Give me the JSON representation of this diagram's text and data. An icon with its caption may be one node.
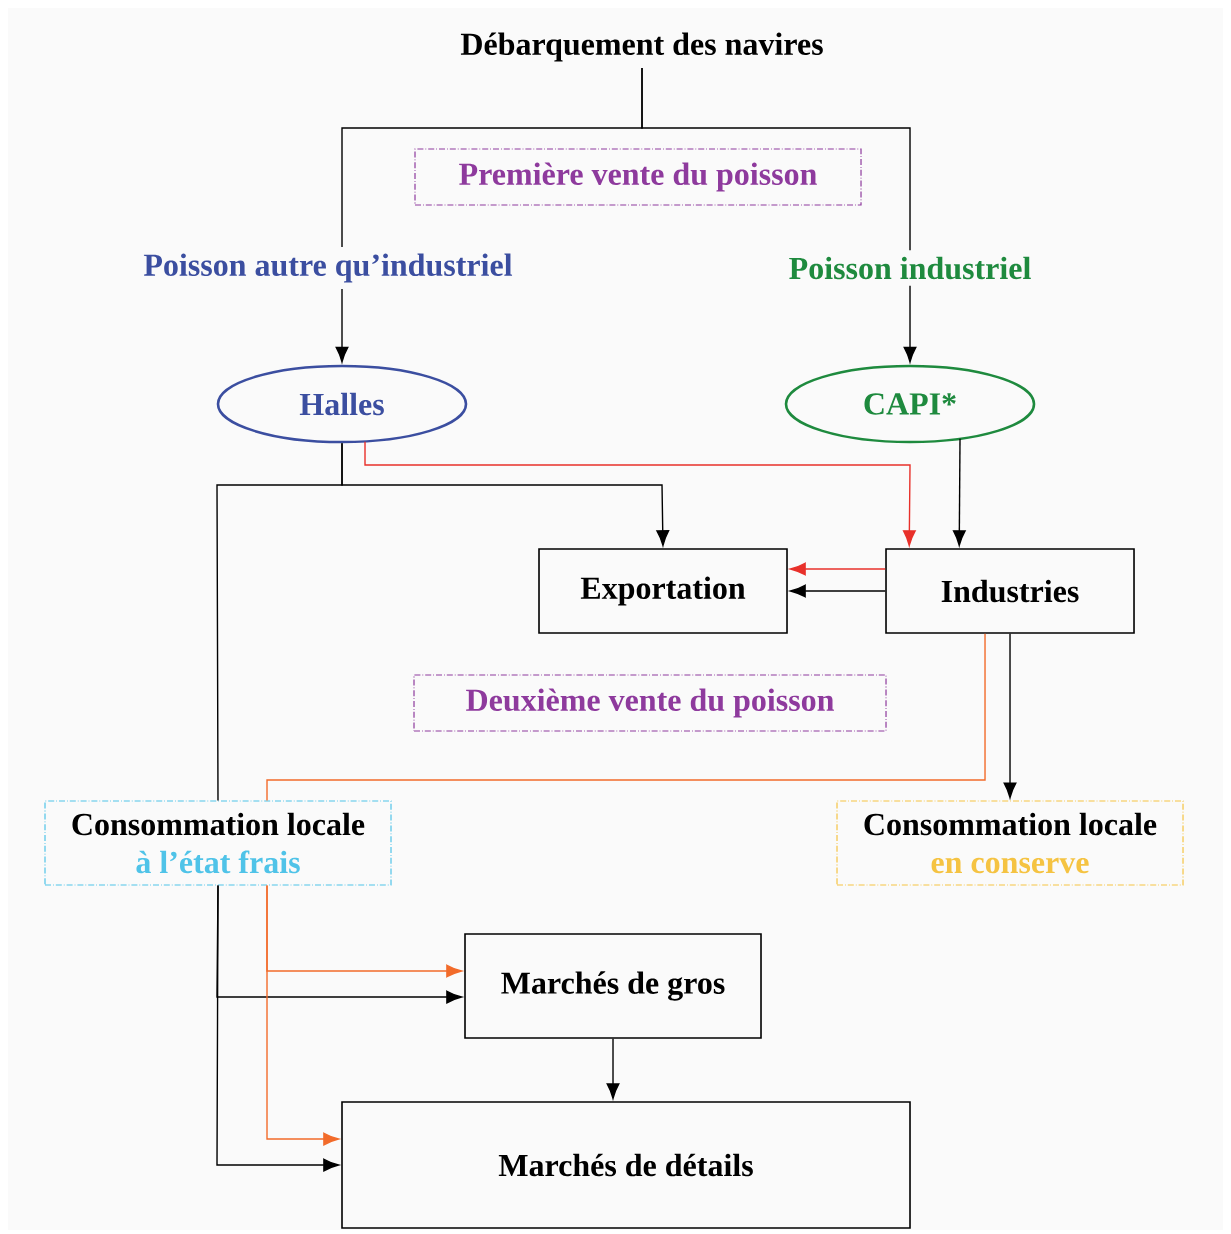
{
  "diagram": {
    "nodes": [
      {
        "text": [
          "Débarquement des navires"
        ]
      },
      {
        "text": [
          "Première vente du poisson"
        ]
      },
      {
        "text": [
          "Poisson autre qu’industriel"
        ]
      },
      {
        "text": [
          "Poisson industriel"
        ]
      },
      {
        "text": [
          "Halles"
        ]
      },
      {
        "text": [
          "CAPI*"
        ]
      },
      {
        "text": [
          "Exportation"
        ]
      },
      {
        "text": [
          "Industries"
        ]
      },
      {
        "text": [
          "Deuxième vente du poisson"
        ]
      },
      {
        "text": [
          "Consommation locale",
          "à l’état frais"
        ]
      },
      {
        "text": [
          "Consommation locale",
          "en conserve"
        ]
      },
      {
        "text": [
          "Marchés de gros"
        ]
      },
      {
        "text": [
          "Marchés de détails"
        ]
      }
    ],
    "edges": [
      {
        "from": 0,
        "to": 2,
        "arrow": "none"
      },
      {
        "from": 0,
        "to": 3,
        "arrow": "none"
      },
      {
        "from": 2,
        "to": 4,
        "arrow": "to"
      },
      {
        "from": 3,
        "to": 5,
        "arrow": "to"
      },
      {
        "from": 4,
        "to": 6,
        "arrow": "to"
      },
      {
        "from": 4,
        "to": 9,
        "arrow": "none"
      },
      {
        "from": 4,
        "to": 7,
        "arrow": "to",
        "color": "#e8302a"
      },
      {
        "from": 5,
        "to": 7,
        "arrow": "to"
      },
      {
        "from": 7,
        "to": 6,
        "arrow": "to",
        "color": "#e8302a"
      },
      {
        "from": 7,
        "to": 6,
        "arrow": "to"
      },
      {
        "from": 7,
        "to": 9,
        "arrow": "none",
        "color": "#f26b2a"
      },
      {
        "from": 7,
        "to": 10,
        "arrow": "to"
      },
      {
        "from": 9,
        "to": 11,
        "arrow": "to"
      },
      {
        "from": 9,
        "to": 12,
        "arrow": "to"
      },
      {
        "from": 9,
        "to": 11,
        "arrow": "to",
        "color": "#f26b2a"
      },
      {
        "from": 9,
        "to": 12,
        "arrow": "to",
        "color": "#f26b2a"
      },
      {
        "from": 11,
        "to": 12,
        "arrow": "to"
      }
    ]
  }
}
